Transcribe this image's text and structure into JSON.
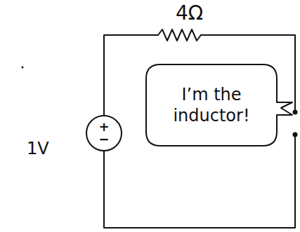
{
  "diagram": {
    "nodes": [
      {
        "text": [
          "+",
          "−"
        ]
      },
      {
        "text": [
          "I’m the inductor!"
        ]
      }
    ],
    "labels": [
      "4Ω",
      "1V"
    ]
  }
}
